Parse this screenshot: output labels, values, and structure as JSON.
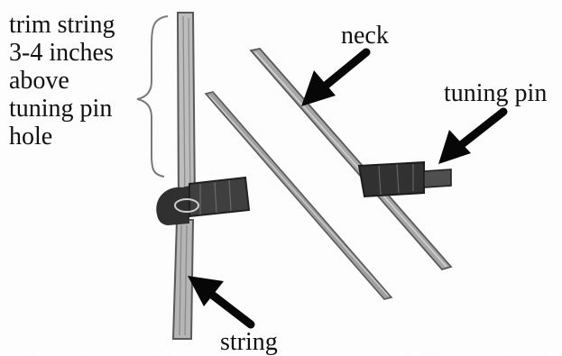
{
  "labels": {
    "trim_note_lines": [
      "trim string",
      "3-4 inches",
      "above",
      "tuning pin",
      "hole"
    ],
    "neck": "neck",
    "tuning_pin": "tuning pin",
    "string": "string"
  },
  "colors": {
    "ink": "#111111",
    "pencil": "#6d6d6d",
    "pencil_dark": "#2e2e2e",
    "paper": "#ffffff"
  },
  "icons": [
    "curly-brace",
    "arrow-to-neck",
    "arrow-to-tuning-pin",
    "arrow-to-string"
  ]
}
